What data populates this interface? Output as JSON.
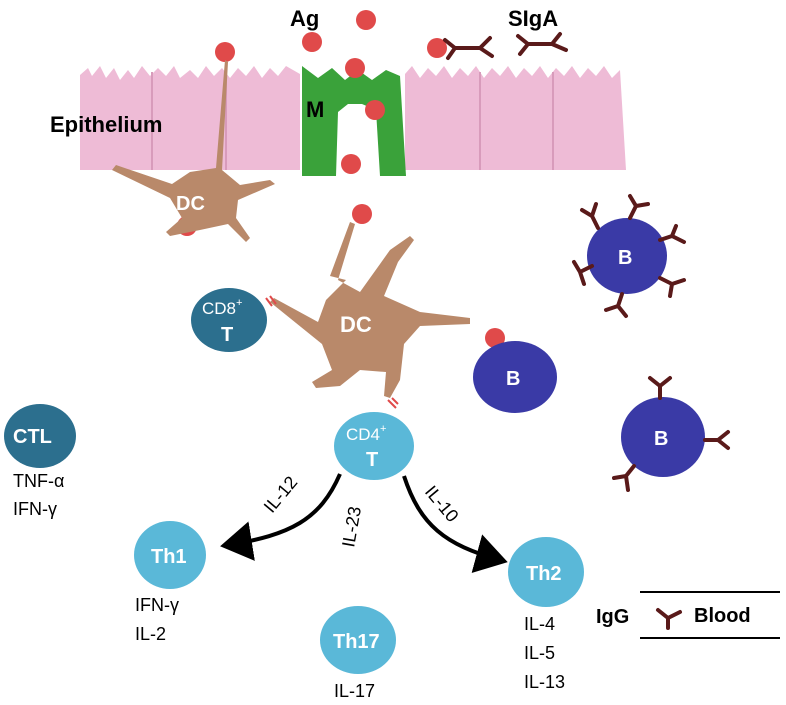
{
  "labels": {
    "ag": "Ag",
    "sigA": "SIgA",
    "epithelium": "Epithelium",
    "m_cell": "M",
    "dc_top": "DC",
    "dc_center": "DC",
    "b_cell_top": "B",
    "b_cell_mid": "B",
    "b_cell_right": "B",
    "cd8_t": "T",
    "cd8": "CD8",
    "cd8_sup": "+",
    "cd4_t": "T",
    "cd4": "CD4",
    "cd4_sup": "+",
    "ctl": "CTL",
    "ctl_cytokines": [
      "TNF-α",
      "IFN-γ"
    ],
    "th1": "Th1",
    "th1_cytokines": [
      "IFN-γ",
      "IL-2"
    ],
    "th2": "Th2",
    "th2_cytokines": [
      "IL-4",
      "IL-5",
      "IL-13"
    ],
    "th17": "Th17",
    "th17_cytokines": [
      "IL-17"
    ],
    "il12": "IL-12",
    "il23": "IL-23",
    "il10": "IL-10",
    "legend_igg": "IgG",
    "legend_blood": "Blood"
  },
  "colors": {
    "epithelium": "#eebbd6",
    "m_cell": "#3aa23a",
    "antigen": "#e04a4a",
    "dendritic_cell": "#b9896a",
    "b_cell": "#3a3aa6",
    "cd8_t": "#2c6f8e",
    "light_t": "#5ab8d8",
    "antibody": "#5a1a1a",
    "arrow": "#000000"
  }
}
